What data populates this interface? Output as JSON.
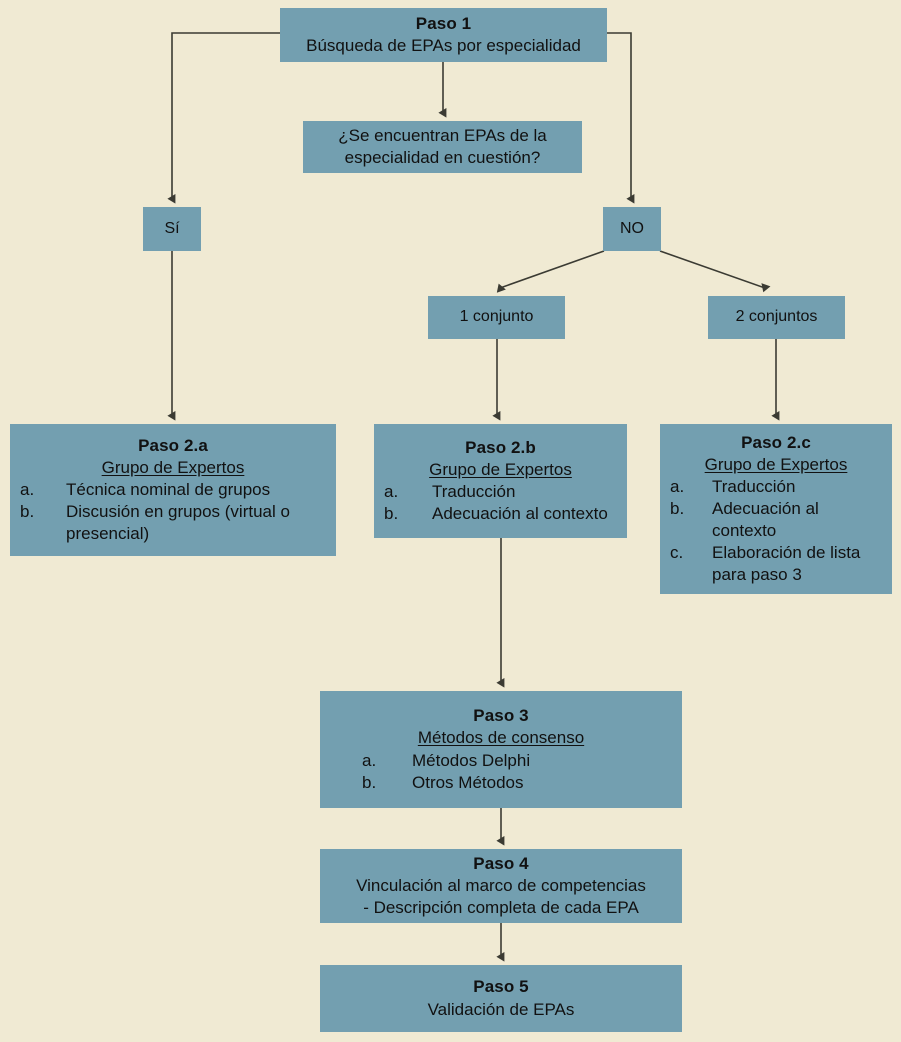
{
  "meta": {
    "palette": {
      "background": "#f0ead3",
      "node_fill": "#739fb0",
      "edge": "#3b3b33",
      "text": "#111111"
    }
  },
  "nodes": {
    "paso1": {
      "title": "Paso 1",
      "text": "Búsqueda de EPAs por especialidad"
    },
    "question": {
      "line1": "¿Se encuentran EPAs de la",
      "line2": "especialidad en cuestión?"
    },
    "si": {
      "label": "Sí"
    },
    "no": {
      "label": "NO"
    },
    "conjunto1": {
      "label": "1 conjunto"
    },
    "conjunto2": {
      "label": "2 conjuntos"
    },
    "paso2a": {
      "title": "Paso 2.a",
      "subtitle": "Grupo de Expertos",
      "items": [
        {
          "marker": "a.",
          "text": "Técnica nominal de grupos"
        },
        {
          "marker": "b.",
          "text": "Discusión en grupos (virtual o presencial)"
        }
      ]
    },
    "paso2b": {
      "title": "Paso 2.b",
      "subtitle": "Grupo de Expertos",
      "items": [
        {
          "marker": "a.",
          "text": "Traducción"
        },
        {
          "marker": "b.",
          "text": "Adecuación al contexto"
        }
      ]
    },
    "paso2c": {
      "title": "Paso 2.c",
      "subtitle": "Grupo de Expertos",
      "items": [
        {
          "marker": "a.",
          "text": "Traducción"
        },
        {
          "marker": "b.",
          "text": "Adecuación al contexto"
        },
        {
          "marker": "c.",
          "text": "Elaboración de lista para paso 3"
        }
      ]
    },
    "paso3": {
      "title": "Paso 3",
      "subtitle": "Métodos de consenso",
      "items": [
        {
          "marker": "a.",
          "text": "Métodos Delphi"
        },
        {
          "marker": "b.",
          "text": "Otros Métodos"
        }
      ]
    },
    "paso4": {
      "title": "Paso 4",
      "line1": "Vinculación al marco de competencias",
      "line2": "- Descripción completa de cada EPA"
    },
    "paso5": {
      "title": "Paso 5",
      "line1": "Validación de EPAs"
    }
  },
  "edges": [
    {
      "name": "paso1-to-question",
      "from": "paso1",
      "to": "question"
    },
    {
      "name": "paso1-to-si",
      "from": "paso1",
      "to": "si"
    },
    {
      "name": "paso1-to-no",
      "from": "paso1",
      "to": "no"
    },
    {
      "name": "no-to-conjunto1",
      "from": "no",
      "to": "conjunto1"
    },
    {
      "name": "no-to-conjunto2",
      "from": "no",
      "to": "conjunto2"
    },
    {
      "name": "si-to-paso2a",
      "from": "si",
      "to": "paso2a"
    },
    {
      "name": "conjunto1-to-paso2b",
      "from": "conjunto1",
      "to": "paso2b"
    },
    {
      "name": "conjunto2-to-paso2c",
      "from": "conjunto2",
      "to": "paso2c"
    },
    {
      "name": "paso2b-to-paso3",
      "from": "paso2b",
      "to": "paso3"
    },
    {
      "name": "paso3-to-paso4",
      "from": "paso3",
      "to": "paso4"
    },
    {
      "name": "paso4-to-paso5",
      "from": "paso4",
      "to": "paso5"
    }
  ]
}
